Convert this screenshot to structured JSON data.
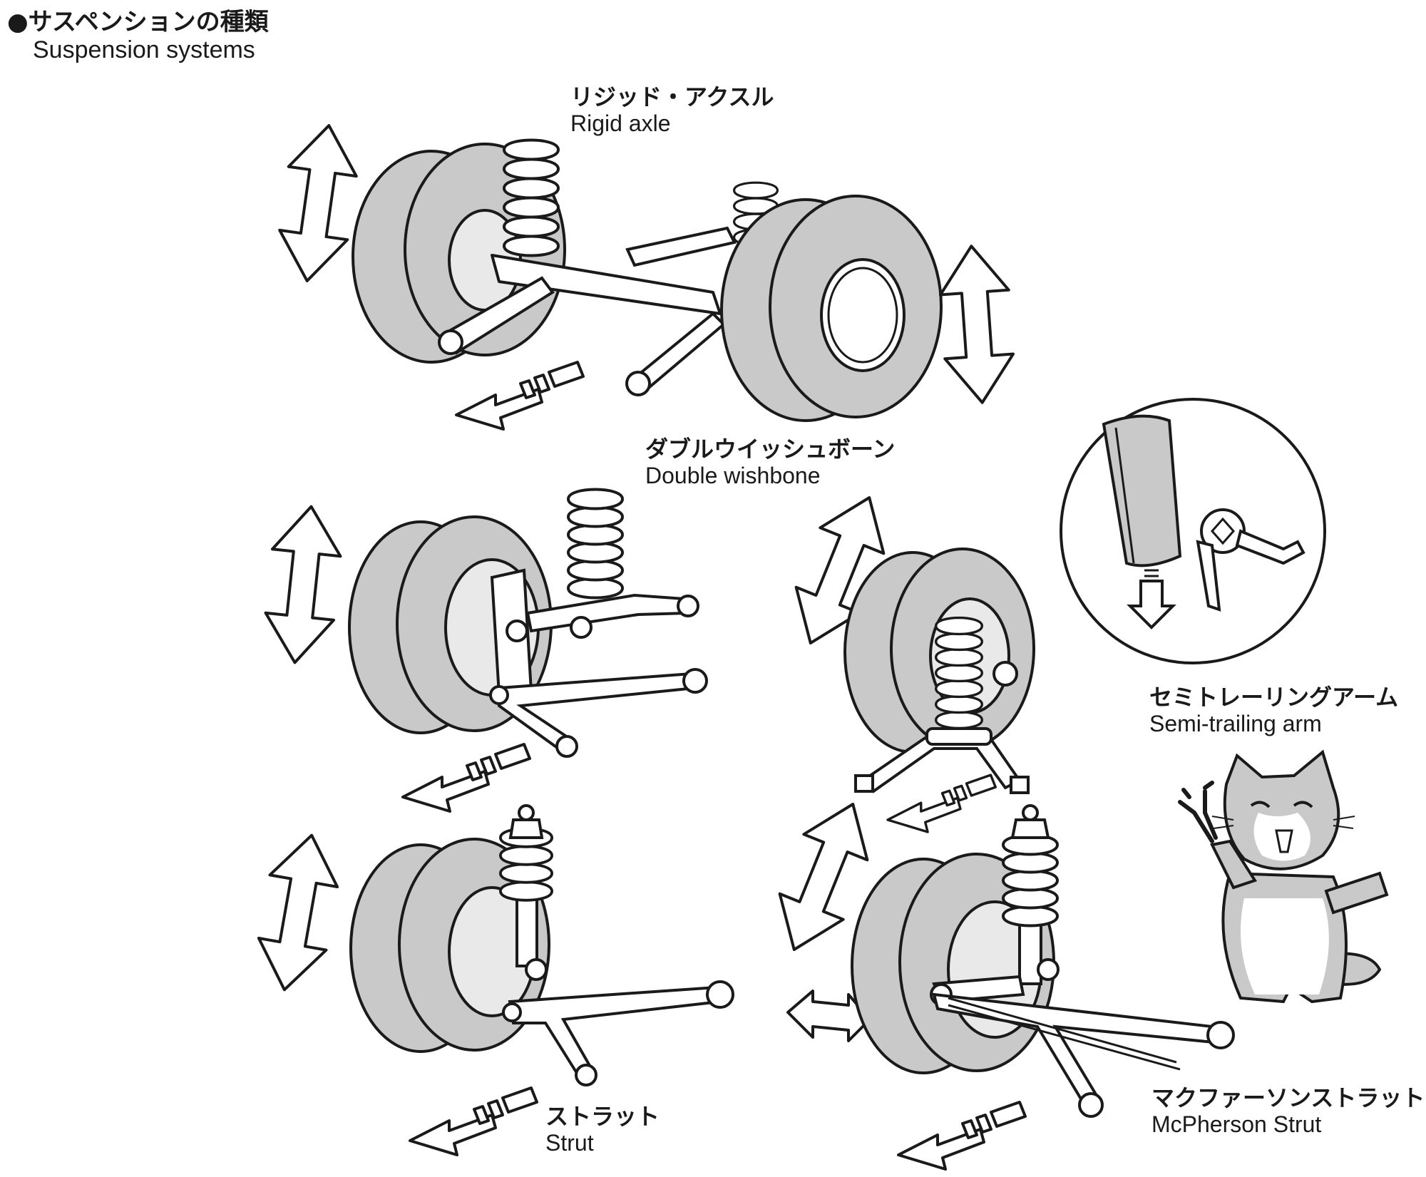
{
  "header": {
    "bullet": "●",
    "title_jp": "サスペンションの種類",
    "title_en": "Suspension systems"
  },
  "systems": {
    "rigid_axle": {
      "jp": "リジッド・アクスル",
      "en": "Rigid axle"
    },
    "double_wishbone": {
      "jp": "ダブルウイッシュボーン",
      "en": "Double wishbone"
    },
    "semi_trailing_arm": {
      "jp": "セミトレーリングアーム",
      "en": "Semi-trailing arm"
    },
    "strut": {
      "jp": "ストラット",
      "en": "Strut"
    },
    "mcpherson_strut": {
      "jp": "マクファーソンストラット",
      "en": "McPherson Strut"
    }
  },
  "colors": {
    "line": "#1a1a1a",
    "tire_fill": "#c9c9c9",
    "light_fill": "#e9e9e9",
    "background": "#ffffff"
  }
}
